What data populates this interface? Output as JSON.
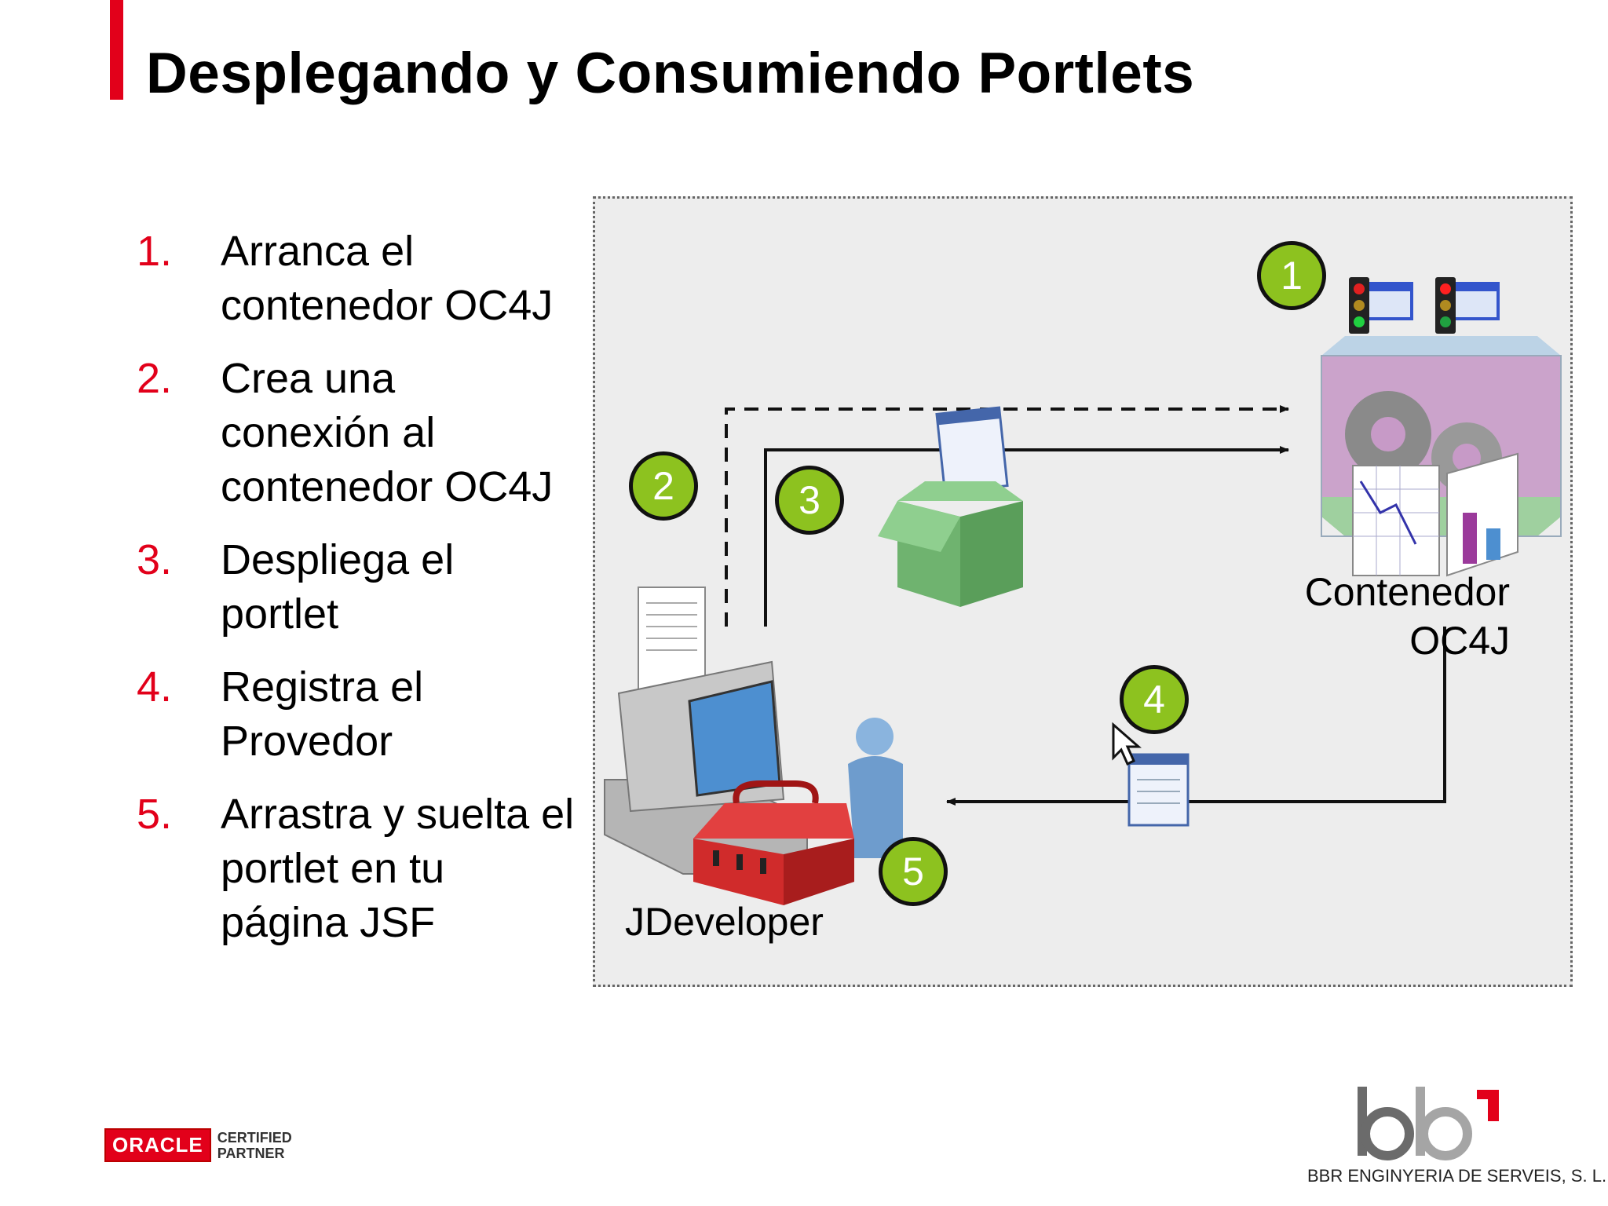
{
  "slide": {
    "title": "Desplegando y Consumiendo Portlets"
  },
  "steps": [
    {
      "num": "1.",
      "text": "Arranca el contenedor OC4J"
    },
    {
      "num": "2.",
      "text": "Crea una conexión al contenedor OC4J"
    },
    {
      "num": "3.",
      "text": "Despliega el portlet"
    },
    {
      "num": "4.",
      "text": "Registra el Provedor"
    },
    {
      "num": "5.",
      "text": "Arrastra y suelta el portlet en tu página JSF"
    }
  ],
  "diagram": {
    "jdeveloper_label": "JDeveloper",
    "container_label_1": "Contenedor",
    "container_label_2": "OC4J",
    "badges": [
      "1",
      "2",
      "3",
      "4",
      "5"
    ],
    "icons": [
      "traffic-light-icon",
      "server-container-icon",
      "portlet-box-icon",
      "computer-icon",
      "person-icon",
      "toolbox-icon",
      "mouse-cursor-icon",
      "portlet-window-icon"
    ]
  },
  "footer": {
    "oracle_logo": "ORACLE",
    "oracle_certified": "CERTIFIED",
    "oracle_partner": "PARTNER",
    "company_name": "BBR ENGINYERIA DE SERVEIS, S. L."
  },
  "colors": {
    "accent": "#e2001a",
    "badge_green": "#8dc21f",
    "diagram_bg": "#ededed"
  }
}
